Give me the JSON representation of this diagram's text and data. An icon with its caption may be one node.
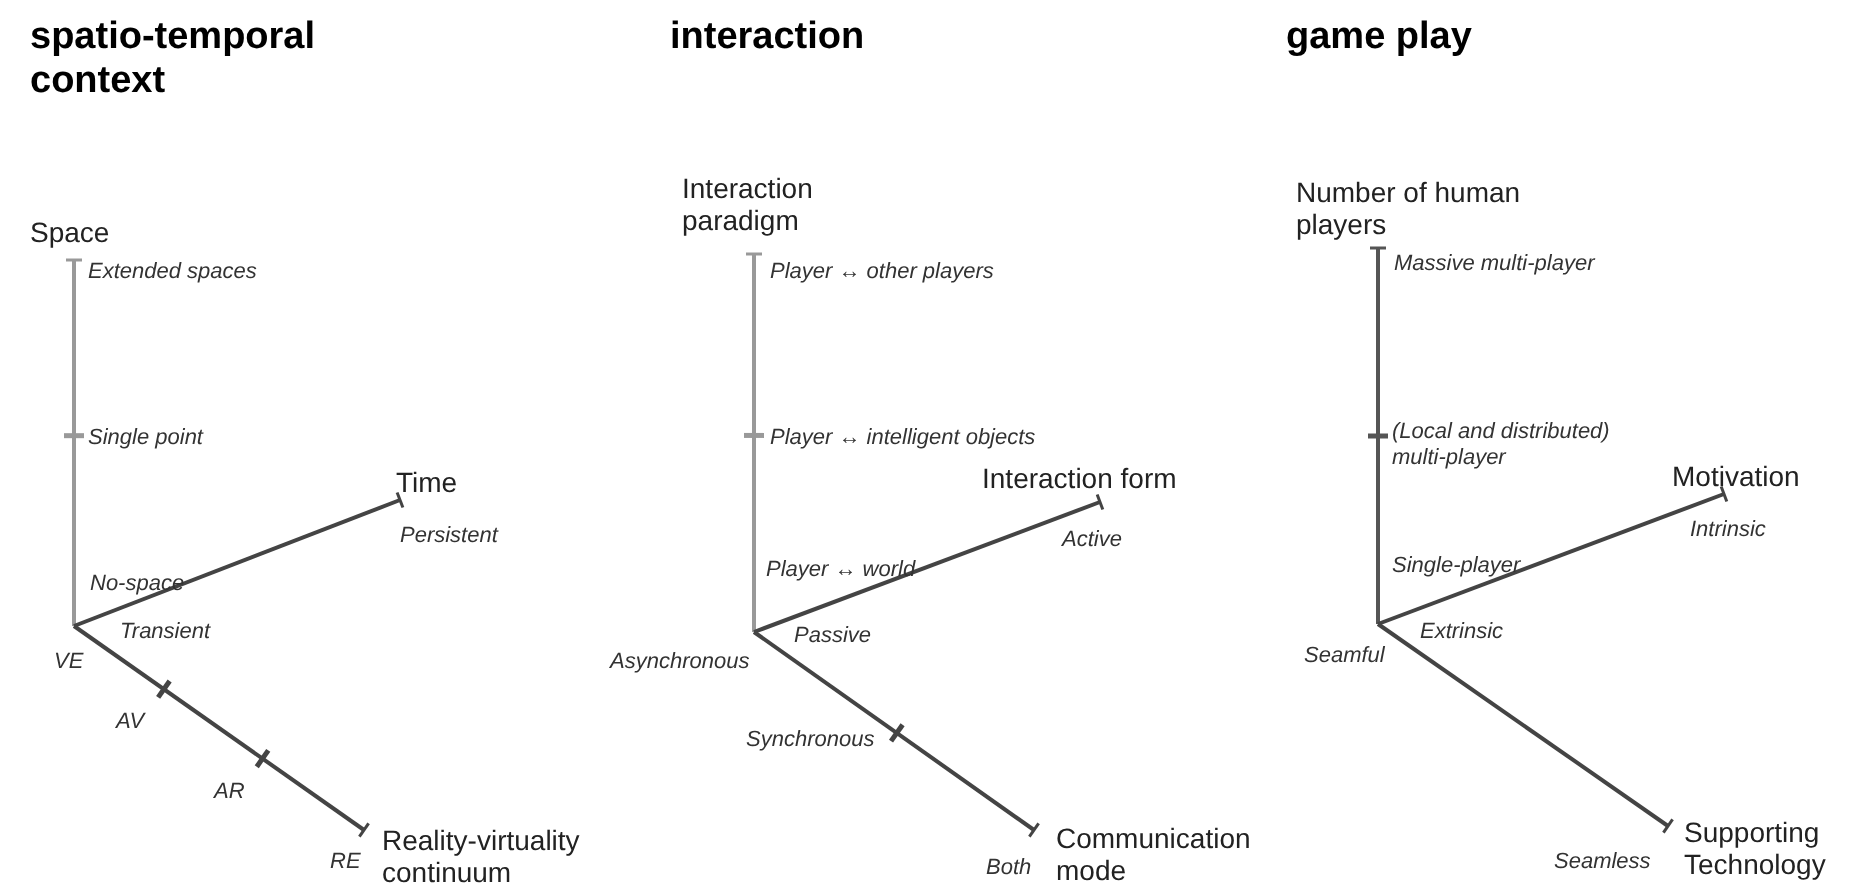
{
  "diagram": {
    "labels": [
      "spatio-temporal context",
      "interaction",
      "game play",
      "Space",
      "Extended spaces",
      "Single point",
      "Time",
      "Persistent",
      "No-space",
      "Transient",
      "VE",
      "AV",
      "AR",
      "Reality-virtuality continuum",
      "RE",
      "Interaction paradigm",
      "Player ↔ other players",
      "Player ↔ intelligent objects",
      "Interaction form",
      "Active",
      "Player ↔ world",
      "Passive",
      "Asynchronous",
      "Synchronous",
      "Communication mode",
      "Both",
      "Number of human players",
      "Massive multi-player",
      "(Local and distributed) multi-player",
      "Motivation",
      "Intrinsic",
      "Single-player",
      "Extrinsic",
      "Seamful",
      "Seamless",
      "Supporting Technology"
    ]
  }
}
